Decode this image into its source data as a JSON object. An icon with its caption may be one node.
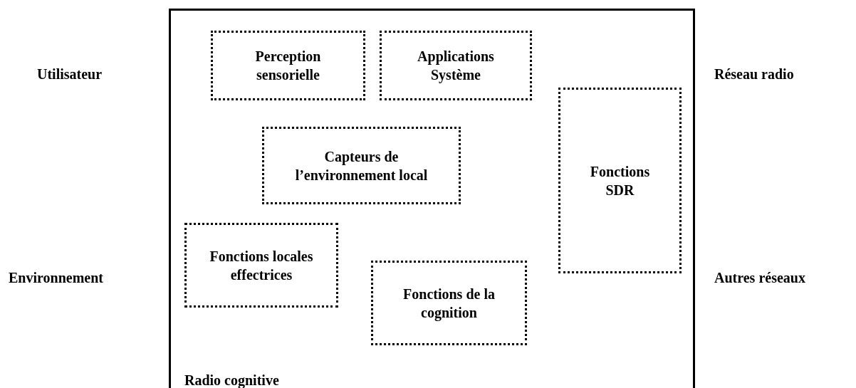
{
  "diagram": {
    "nodes": [
      {
        "text": [
          "Radio cognitive"
        ]
      },
      {
        "text": [
          "Perception sensorielle"
        ],
        "in": 0
      },
      {
        "text": [
          "Applications Système"
        ],
        "in": 0
      },
      {
        "text": [
          "Capteurs de l’environnement local"
        ],
        "in": 0
      },
      {
        "text": [
          "Fonctions SDR"
        ],
        "in": 0
      },
      {
        "text": [
          "Fonctions locales effectrices"
        ],
        "in": 0
      },
      {
        "text": [
          "Fonctions de la cognition"
        ],
        "in": 0
      }
    ],
    "labels": [
      "Utilisateur",
      "Réseau radio",
      "Environnement",
      "Autres réseaux"
    ]
  }
}
